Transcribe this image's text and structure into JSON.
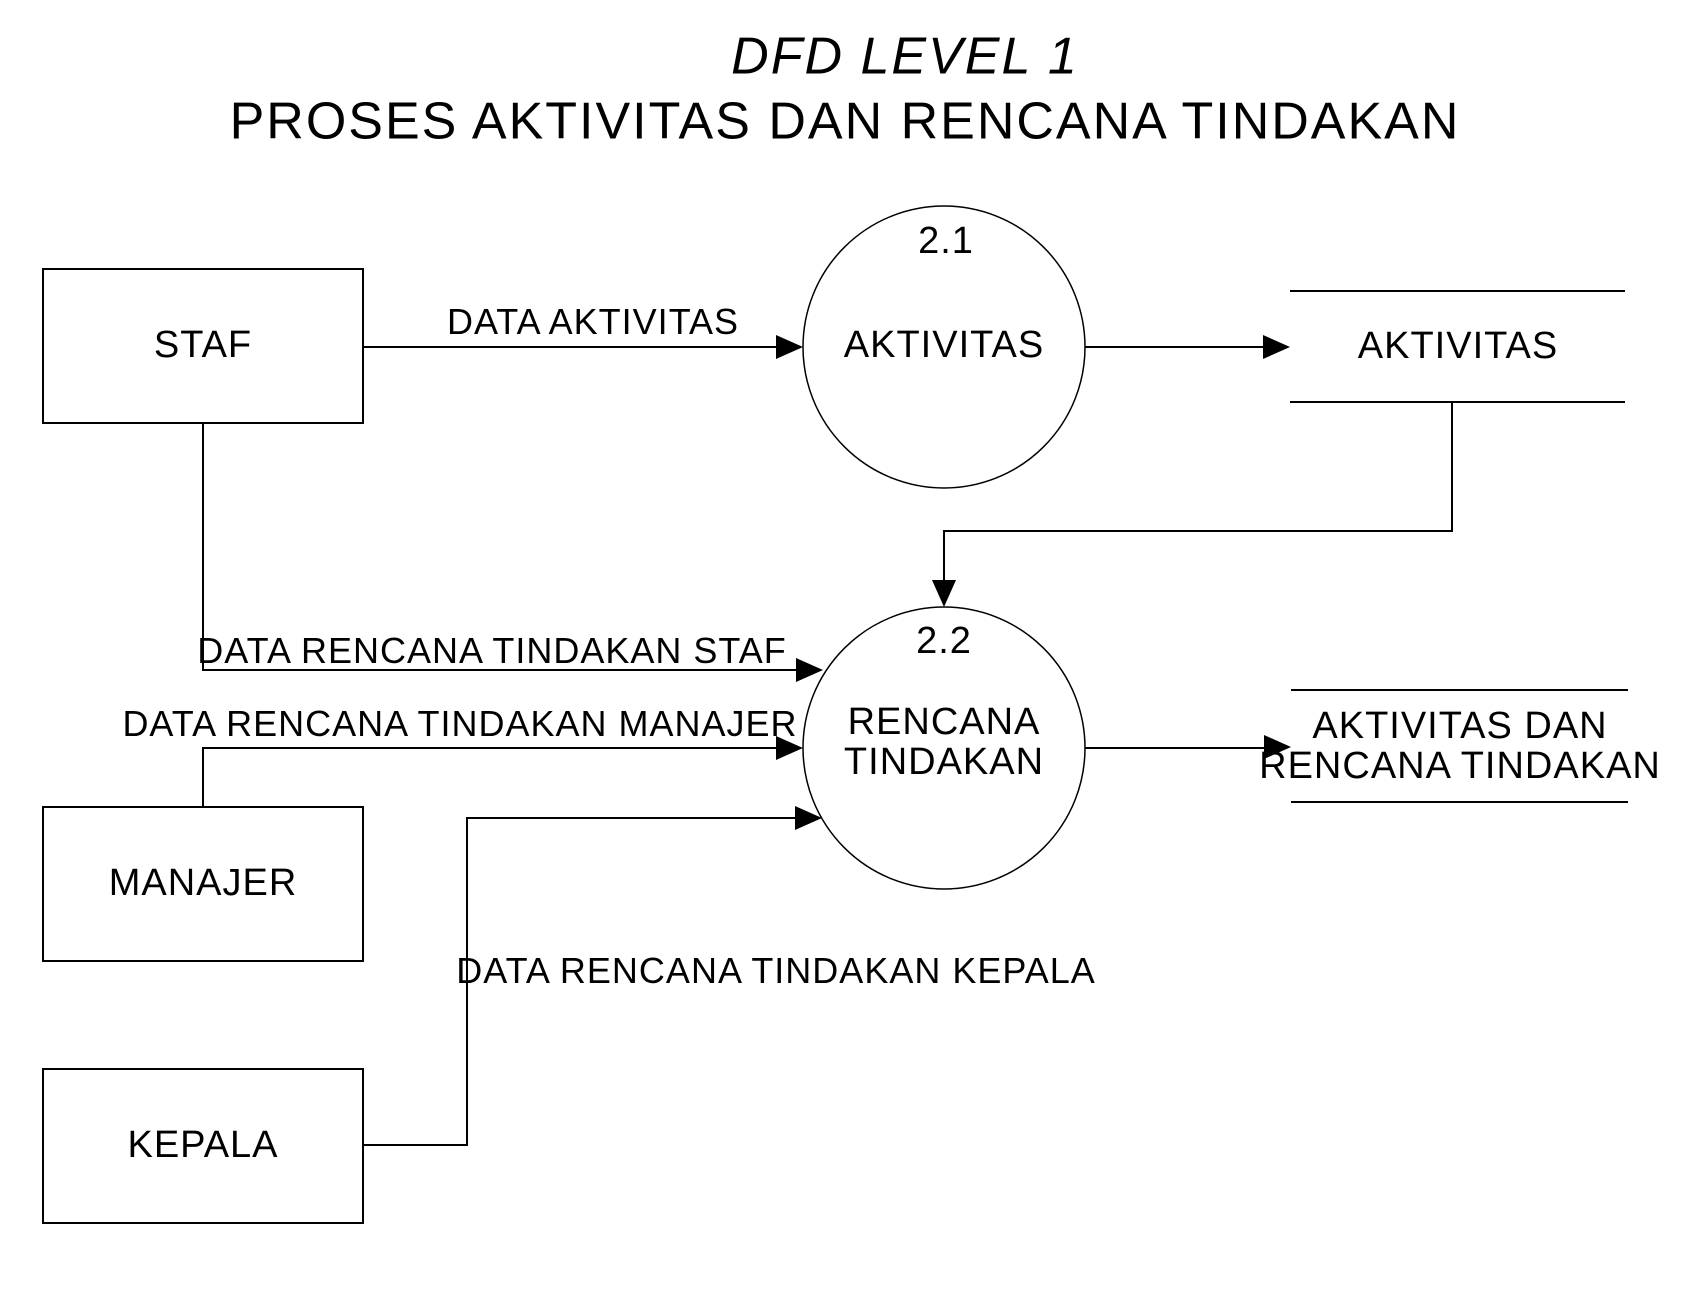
{
  "diagram": {
    "title_line1": "DFD LEVEL 1",
    "title_line2": "PROSES AKTIVITAS DAN RENCANA TINDAKAN",
    "entities": [
      {
        "label": "STAF"
      },
      {
        "label": "MANAJER"
      },
      {
        "label": "KEPALA"
      }
    ],
    "processes": [
      {
        "id": "2.1",
        "label": "AKTIVITAS"
      },
      {
        "id": "2.2",
        "label_line1": "RENCANA",
        "label_line2": "TINDAKAN"
      }
    ],
    "data_stores": [
      {
        "label": "AKTIVITAS"
      },
      {
        "label_line1": "AKTIVITAS DAN",
        "label_line2": "RENCANA TINDAKAN"
      }
    ],
    "flows": [
      {
        "label": "DATA AKTIVITAS"
      },
      {
        "label": "DATA RENCANA TINDAKAN STAF"
      },
      {
        "label": "DATA RENCANA TINDAKAN MANAJER"
      },
      {
        "label": "DATA RENCANA TINDAKAN KEPALA"
      }
    ],
    "colors": {
      "line": "#000000",
      "text": "#000000",
      "background": "#ffffff"
    }
  }
}
